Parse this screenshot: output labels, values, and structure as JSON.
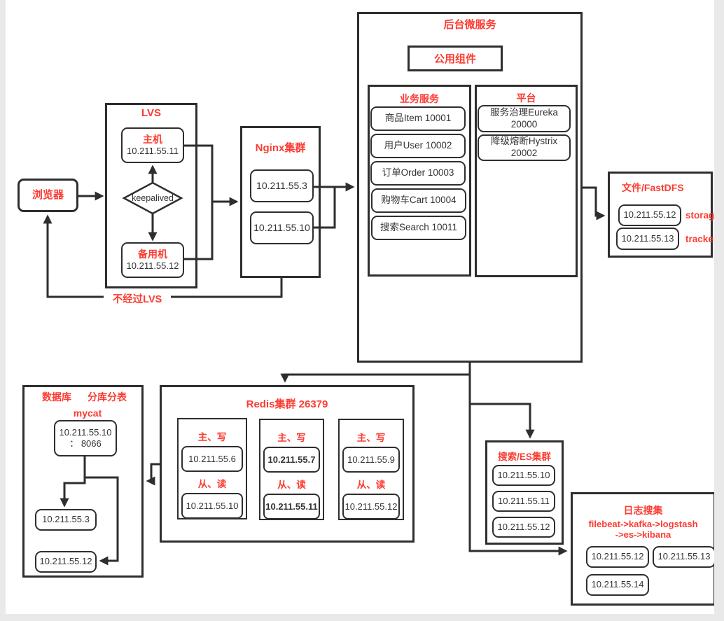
{
  "colors": {
    "accent": "#fb3b31",
    "line": "#2e2e2e",
    "frame": "#e9e9e9"
  },
  "browser": {
    "label": "浏览器"
  },
  "lvs": {
    "title": "LVS",
    "master": {
      "label": "主机",
      "ip": "10.211.55.11"
    },
    "keepalived": "keepalived",
    "backup": {
      "label": "备用机",
      "ip": "10.211.55.12"
    },
    "bypass_label": "不经过LVS"
  },
  "nginx": {
    "title": "Nginx集群",
    "nodes": [
      "10.211.55.3",
      "10.211.55.10"
    ]
  },
  "backend": {
    "title": "后台微服务",
    "common": "公用组件",
    "business": {
      "title": "业务服务",
      "services": [
        "商品Item 10001",
        "用户User 10002",
        "订单Order 10003",
        "购物车Cart 10004",
        "搜索Search 10011"
      ]
    },
    "platform": {
      "title": "平台",
      "items": [
        {
          "line1": "服务治理Eureka",
          "line2": "20000"
        },
        {
          "line1": "降级熔断Hystrix",
          "line2": "20002"
        }
      ]
    }
  },
  "fastdfs": {
    "title": "文件/FastDFS",
    "nodes": [
      {
        "ip": "10.211.55.12",
        "role": "storage"
      },
      {
        "ip": "10.211.55.13",
        "role": "tracker"
      }
    ]
  },
  "database": {
    "title_left": "数据库",
    "title_right": "分库分表",
    "subtitle": "mycat",
    "mycat_node": {
      "line1": "10.211.55.10",
      "line2": "： 8066"
    },
    "shards": [
      "10.211.55.3",
      "10.211.55.12"
    ]
  },
  "redis": {
    "title": "Redis集群 26379",
    "groups": [
      {
        "master_label": "主、写",
        "master_ip": "10.211.55.6",
        "slave_label": "从、读",
        "slave_ip": "10.211.55.10"
      },
      {
        "master_label": "主、写",
        "master_ip": "10.211.55.7",
        "slave_label": "从、读",
        "slave_ip": "10.211.55.11"
      },
      {
        "master_label": "主、写",
        "master_ip": "10.211.55.9",
        "slave_label": "从、读",
        "slave_ip": "10.211.55.12"
      }
    ]
  },
  "es": {
    "title": "搜索/ES集群",
    "nodes": [
      "10.211.55.10",
      "10.211.55.11",
      "10.211.55.12"
    ]
  },
  "logging": {
    "title": "日志搜集",
    "pipeline_line1": "filebeat->kafka->logstash",
    "pipeline_line2": "->es->kibana",
    "nodes": [
      "10.211.55.12",
      "10.211.55.13",
      "10.211.55.14"
    ]
  }
}
